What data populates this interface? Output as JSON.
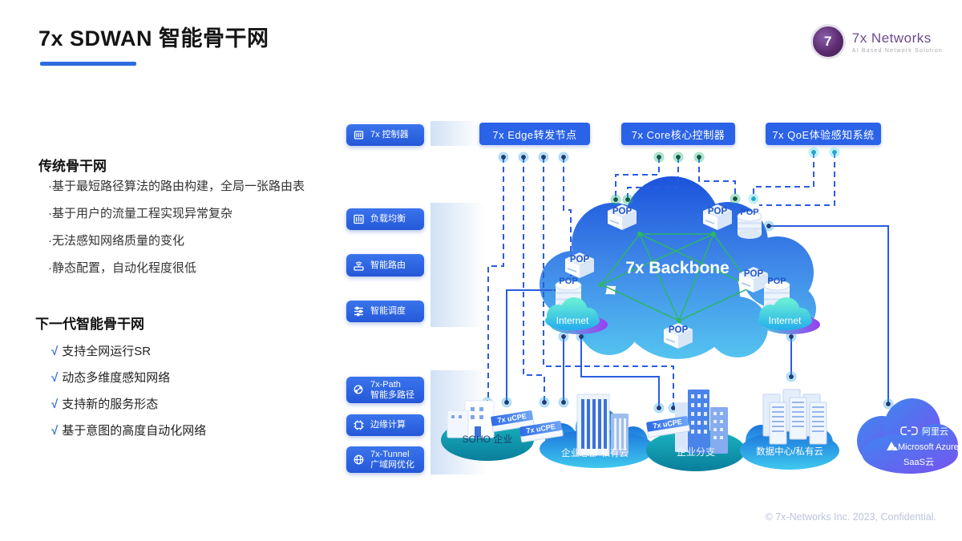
{
  "title": "7x SDWAN 智能骨干网",
  "logo": {
    "mark": "7",
    "brand": "7x Networks",
    "tagline": "AI  Based  Network  Solution"
  },
  "left": {
    "bullet": "·",
    "check": "√",
    "s1_heading": "传统骨干网",
    "s1_items": [
      "基于最短路径算法的路由构建，全局一张路由表",
      "基于用户的流量工程实现异常复杂",
      "无法感知网络质量的变化",
      "静态配置，自动化程度很低"
    ],
    "s2_heading": "下一代智能骨干网",
    "s2_items": [
      "支持全网运行SR",
      "动态多维度感知网络",
      "支持新的服务形态",
      "基于意图的高度自动化网络"
    ]
  },
  "features": [
    {
      "line1": "7x 控制器",
      "icon": "controller-icon"
    },
    {
      "line1": "负载均衡",
      "icon": "load-balance-icon"
    },
    {
      "line1": "智能路由",
      "icon": "smart-route-icon"
    },
    {
      "line1": "智能调度",
      "icon": "smart-schedule-icon"
    },
    {
      "line1": "7x-Path",
      "line2": "智能多路径",
      "icon": "multipath-icon"
    },
    {
      "line1": "边缘计算",
      "icon": "edge-computing-icon"
    },
    {
      "line1": "7x-Tunnel",
      "line2": "广域网优化",
      "icon": "tunnel-icon"
    }
  ],
  "top_nodes": [
    {
      "label": "7x Edge转发节点"
    },
    {
      "label": "7x Core核心控制器"
    },
    {
      "label": "7x QoE体验感知系统"
    }
  ],
  "backbone": {
    "label": "7x Backbone",
    "pop": "POP",
    "internet": "Internet"
  },
  "sites": {
    "soho": {
      "label": "SOHO 企业",
      "device": "7x uCPE"
    },
    "hq": {
      "label": "企业总部 私有云",
      "device": "7x uCPE"
    },
    "branch": {
      "label": "企业分支",
      "device": "7x uCPE"
    },
    "datacenter": {
      "label": "数据中心/私有云"
    },
    "saas": {
      "items": [
        "阿里云",
        "Microsoft Azure",
        "SaaS云"
      ]
    }
  },
  "footer": "© 7x-Networks Inc. 2023, Confidential.",
  "colors": {
    "accent_blue": "#2c63e3",
    "line_blue": "#2b5ce0",
    "mesh_green": "#2eb567",
    "cyan": "#35c8e8",
    "teal_site": "#0f95aa",
    "brand_purple": "#6b4a8c"
  }
}
